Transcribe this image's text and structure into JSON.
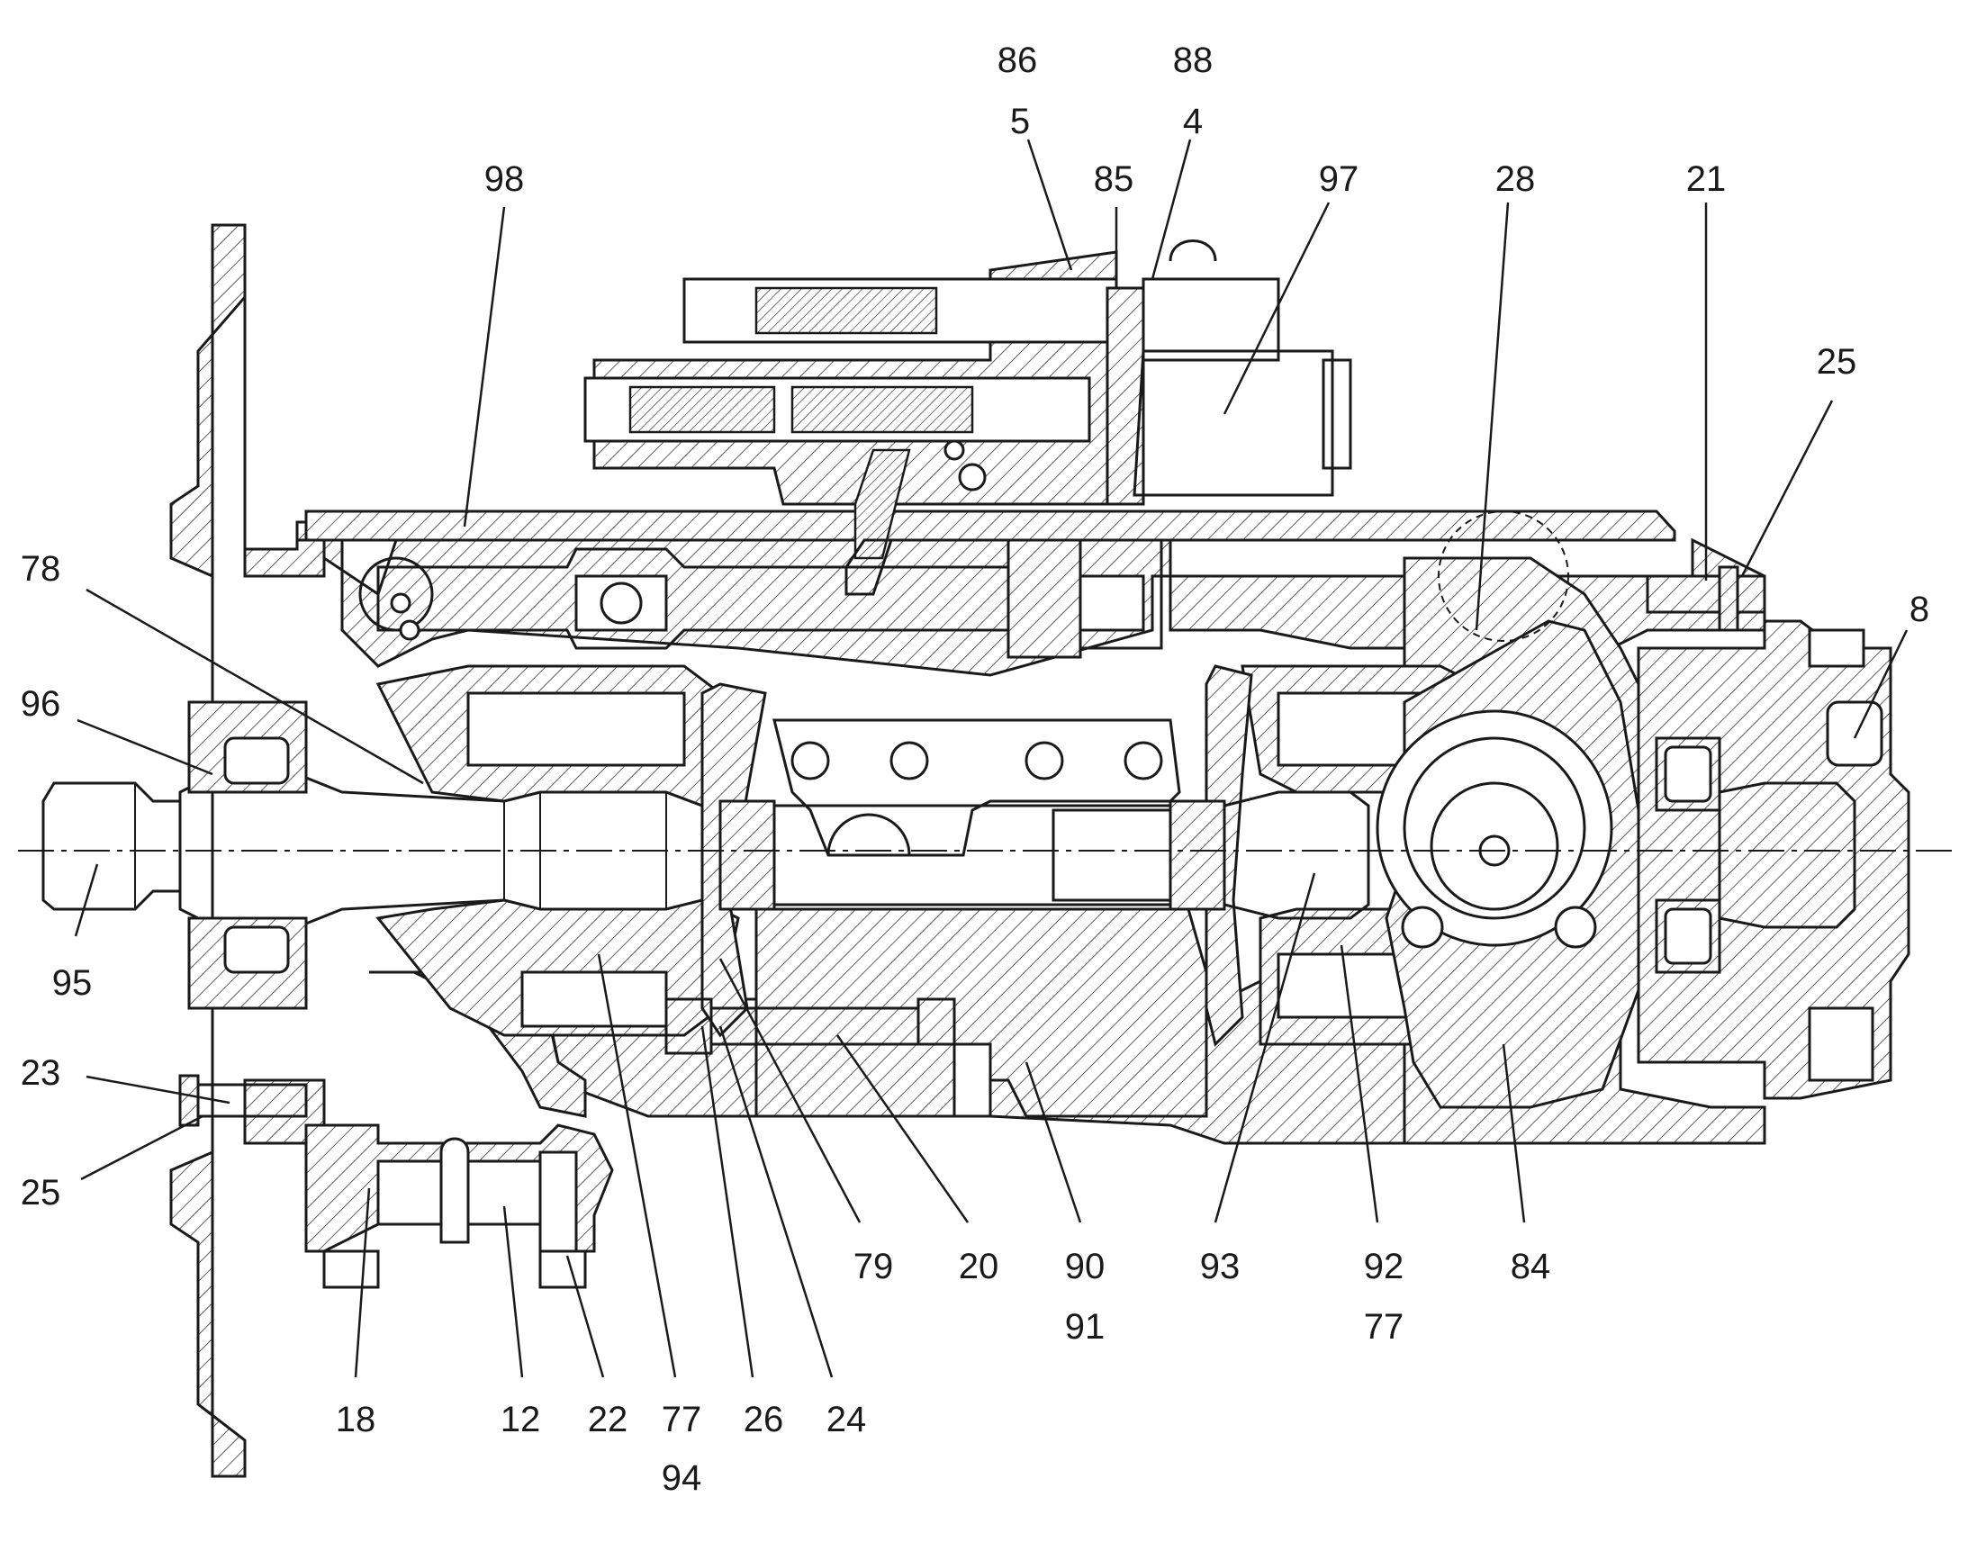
{
  "diagram": {
    "labels": [
      {
        "id": "86",
        "text": "86"
      },
      {
        "id": "88",
        "text": "88"
      },
      {
        "id": "5",
        "text": "5"
      },
      {
        "id": "4",
        "text": "4"
      },
      {
        "id": "98",
        "text": "98"
      },
      {
        "id": "85",
        "text": "85"
      },
      {
        "id": "97",
        "text": "97"
      },
      {
        "id": "28",
        "text": "28"
      },
      {
        "id": "21",
        "text": "21"
      },
      {
        "id": "25-top",
        "text": "25"
      },
      {
        "id": "78",
        "text": "78"
      },
      {
        "id": "8",
        "text": "8"
      },
      {
        "id": "96",
        "text": "96"
      },
      {
        "id": "95",
        "text": "95"
      },
      {
        "id": "23",
        "text": "23"
      },
      {
        "id": "25-bottom",
        "text": "25"
      },
      {
        "id": "79",
        "text": "79"
      },
      {
        "id": "20",
        "text": "20"
      },
      {
        "id": "90",
        "text": "90"
      },
      {
        "id": "93",
        "text": "93"
      },
      {
        "id": "92",
        "text": "92"
      },
      {
        "id": "84",
        "text": "84"
      },
      {
        "id": "91",
        "text": "91"
      },
      {
        "id": "77-right",
        "text": "77"
      },
      {
        "id": "18",
        "text": "18"
      },
      {
        "id": "12",
        "text": "12"
      },
      {
        "id": "22",
        "text": "22"
      },
      {
        "id": "77-bottom",
        "text": "77"
      },
      {
        "id": "26",
        "text": "26"
      },
      {
        "id": "24",
        "text": "24"
      },
      {
        "id": "94",
        "text": "94"
      }
    ]
  }
}
